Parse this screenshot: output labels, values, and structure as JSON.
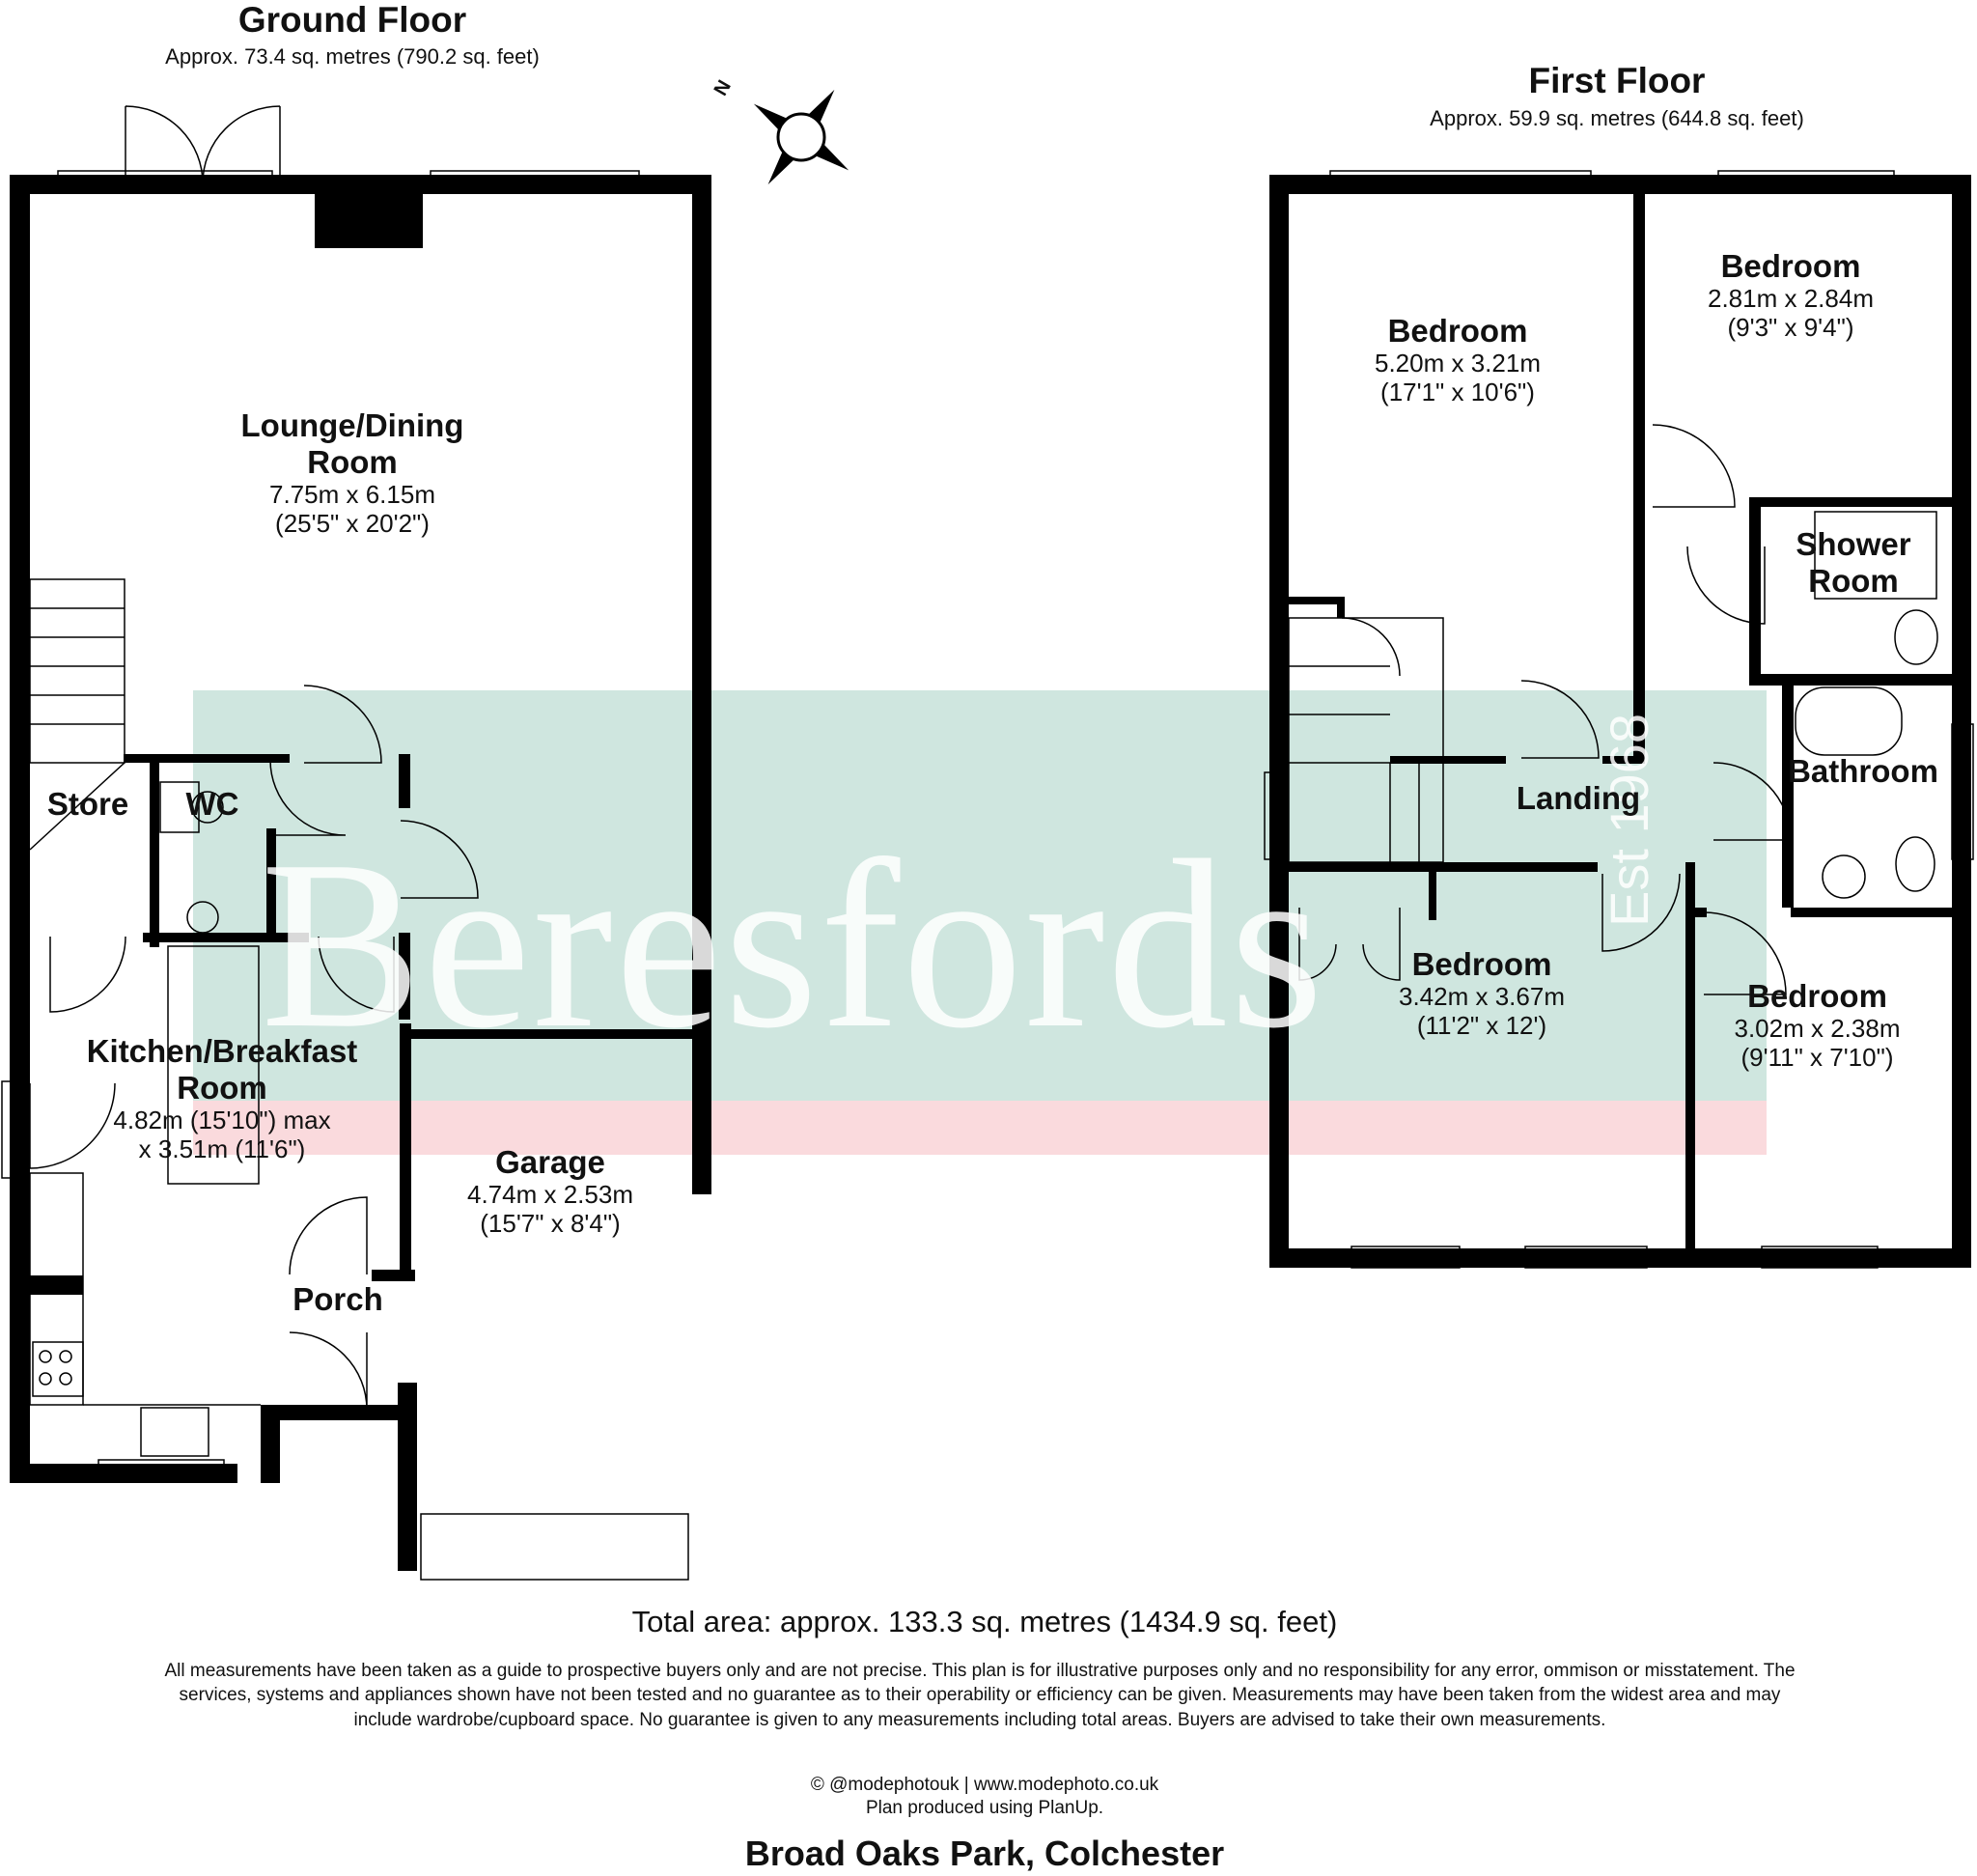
{
  "ground_floor": {
    "title": "Ground Floor",
    "area": "Approx. 73.4 sq. metres (790.2 sq. feet)"
  },
  "first_floor": {
    "title": "First Floor",
    "area": "Approx. 59.9 sq. metres (644.8 sq. feet)"
  },
  "compass_letter": "N",
  "rooms": {
    "lounge": {
      "name_l1": "Lounge/Dining",
      "name_l2": "Room",
      "dim_m": "7.75m x 6.15m",
      "dim_ft": "(25'5\" x 20'2\")"
    },
    "store": {
      "name": "Store"
    },
    "wc": {
      "name": "WC"
    },
    "kitchen": {
      "name_l1": "Kitchen/Breakfast",
      "name_l2": "Room",
      "dim_m": "4.82m (15'10\") max",
      "dim_ft": "x 3.51m (11'6\")"
    },
    "porch": {
      "name": "Porch"
    },
    "garage": {
      "name": "Garage",
      "dim_m": "4.74m x 2.53m",
      "dim_ft": "(15'7\" x 8'4\")"
    },
    "bedroom1": {
      "name": "Bedroom",
      "dim_m": "5.20m x 3.21m",
      "dim_ft": "(17'1\" x 10'6\")"
    },
    "bedroom2": {
      "name": "Bedroom",
      "dim_m": "2.81m x 2.84m",
      "dim_ft": "(9'3\" x 9'4\")"
    },
    "shower": {
      "name_l1": "Shower",
      "name_l2": "Room"
    },
    "bathroom": {
      "name": "Bathroom"
    },
    "landing": {
      "name": "Landing"
    },
    "bedroom3": {
      "name": "Bedroom",
      "dim_m": "3.42m x 3.67m",
      "dim_ft": "(11'2\" x 12')"
    },
    "bedroom4": {
      "name": "Bedroom",
      "dim_m": "3.02m x 2.38m",
      "dim_ft": "(9'11\" x 7'10\")"
    }
  },
  "watermark": {
    "text": "Beresfords",
    "est": "Est 1968"
  },
  "footer": {
    "total_area": "Total area: approx. 133.3 sq. metres (1434.9 sq. feet)",
    "disclaimer": "All measurements have been taken as a guide to prospective buyers only and are not precise. This plan is for illustrative purposes only and no responsibility for any error, ommison or misstatement. The services, systems and appliances shown have not been tested and no guarantee as to their operability or efficiency can be given. Measurements may have been taken from the widest area and may include wardrobe/cupboard space. No guarantee is given to any measurements including total areas. Buyers are advised to take their own measurements.",
    "credit_line1": "© @modephotouk | www.modephoto.co.uk",
    "credit_line2": "Plan  produced  using  PlanUp.",
    "address": "Broad Oaks Park, Colchester"
  },
  "colors": {
    "wall": "#000000",
    "watermark_green": "#cfe6df",
    "watermark_pink": "#fadadd",
    "background": "#ffffff"
  }
}
